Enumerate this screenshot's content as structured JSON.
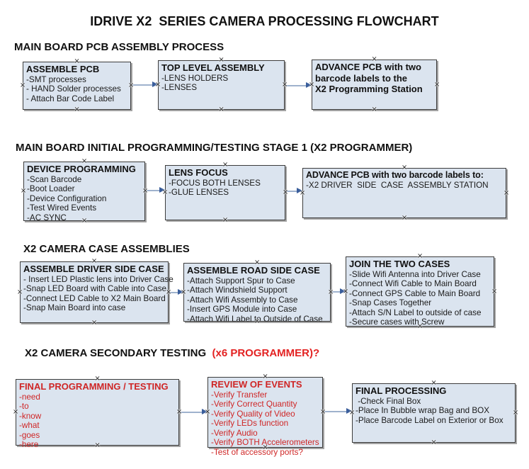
{
  "page_title": "IDRIVE X2  SERIES CAMERA PROCESSING FLOWCHART",
  "colors": {
    "box_fill": "#dbe4ef",
    "box_border": "#3c3c3c",
    "arrow_line": "#9fb2cd",
    "arrow_head": "#3a5e9b",
    "red_text": "#cf2626",
    "heading_red": "#e32222"
  },
  "sections": [
    {
      "heading": "MAIN BOARD PCB ASSEMBLY PROCESS",
      "boxes": [
        {
          "title": "ASSEMBLE PCB",
          "items": [
            "-SMT processes",
            "- HAND Solder processes",
            "- Attach Bar Code Label"
          ]
        },
        {
          "title": "TOP LEVEL ASSEMBLY",
          "items": [
            "-LENS HOLDERS",
            "-LENSES"
          ]
        },
        {
          "title": "ADVANCE PCB with two\nbarcode labels to the\n X2 Programming Station",
          "items": []
        }
      ]
    },
    {
      "heading": "MAIN BOARD INITIAL PROGRAMMING/TESTING STAGE 1 (X2 PROGRAMMER)",
      "boxes": [
        {
          "title": "DEVICE PROGRAMMING",
          "items": [
            "-Scan Barcode",
            "-Boot Loader",
            "-Device Configuration",
            "-Test Wired Events",
            "-AC SYNC"
          ]
        },
        {
          "title": "LENS FOCUS",
          "items": [
            "-FOCUS BOTH LENSES",
            "-GLUE LENSES"
          ]
        },
        {
          "title": "ADVANCE PCB with two barcode labels to:",
          "items": [
            "-X2 DRIVER  SIDE  CASE  ASSEMBLY STATION"
          ]
        }
      ]
    },
    {
      "heading": "X2 CAMERA CASE ASSEMBLIES",
      "boxes": [
        {
          "title": "ASSEMBLE DRIVER SIDE CASE",
          "items": [
            "- Insert LED Plastic lens into Driver Case",
            "-Snap LED Board with Cable into Case",
            "-Connect LED Cable to X2 Main Board",
            "-Snap Main Board into case"
          ]
        },
        {
          "title": "ASSEMBLE ROAD SIDE CASE",
          "items": [
            "-Attach Support Spur to Case",
            "-Attach Windshield Support",
            "-Attach Wifi Assembly to Case",
            "-Insert GPS Module into Case",
            "-Attach Wifi Label to Outside of Case"
          ]
        },
        {
          "title": "JOIN THE TWO CASES",
          "items": [
            "-Slide Wifi Antenna into Driver Case",
            "-Connect Wifi Cable to Main Board",
            "-Connect GPS Cable to Main Board",
            "-Snap Cases Together",
            "-Attach S/N Label to outside of case",
            "-Secure cases with Screw"
          ]
        }
      ]
    },
    {
      "heading": "X2 CAMERA SECONDARY TESTING",
      "heading_suffix": "  (x6 PROGRAMMER)?",
      "boxes": [
        {
          "title": "FINAL PROGRAMMING / TESTING",
          "red": true,
          "items": [
            "-need",
            "-to",
            "-know",
            "-what",
            "-goes",
            "-here"
          ]
        },
        {
          "title": "REVIEW OF EVENTS",
          "red": true,
          "items": [
            "-Verify Transfer",
            "-Verify Correct Quantity",
            "-Verify Quality of Video",
            "-Verify LEDs function",
            "-Verify Audio",
            "-Verify BOTH Accelerometers",
            "-Test of accessory ports?"
          ]
        },
        {
          "title": "FINAL PROCESSING",
          "items": [
            " -Check Final Box",
            "-Place In Bubble wrap Bag and BOX",
            "-Place Barcode Label on Exterior or Box"
          ]
        }
      ]
    }
  ]
}
